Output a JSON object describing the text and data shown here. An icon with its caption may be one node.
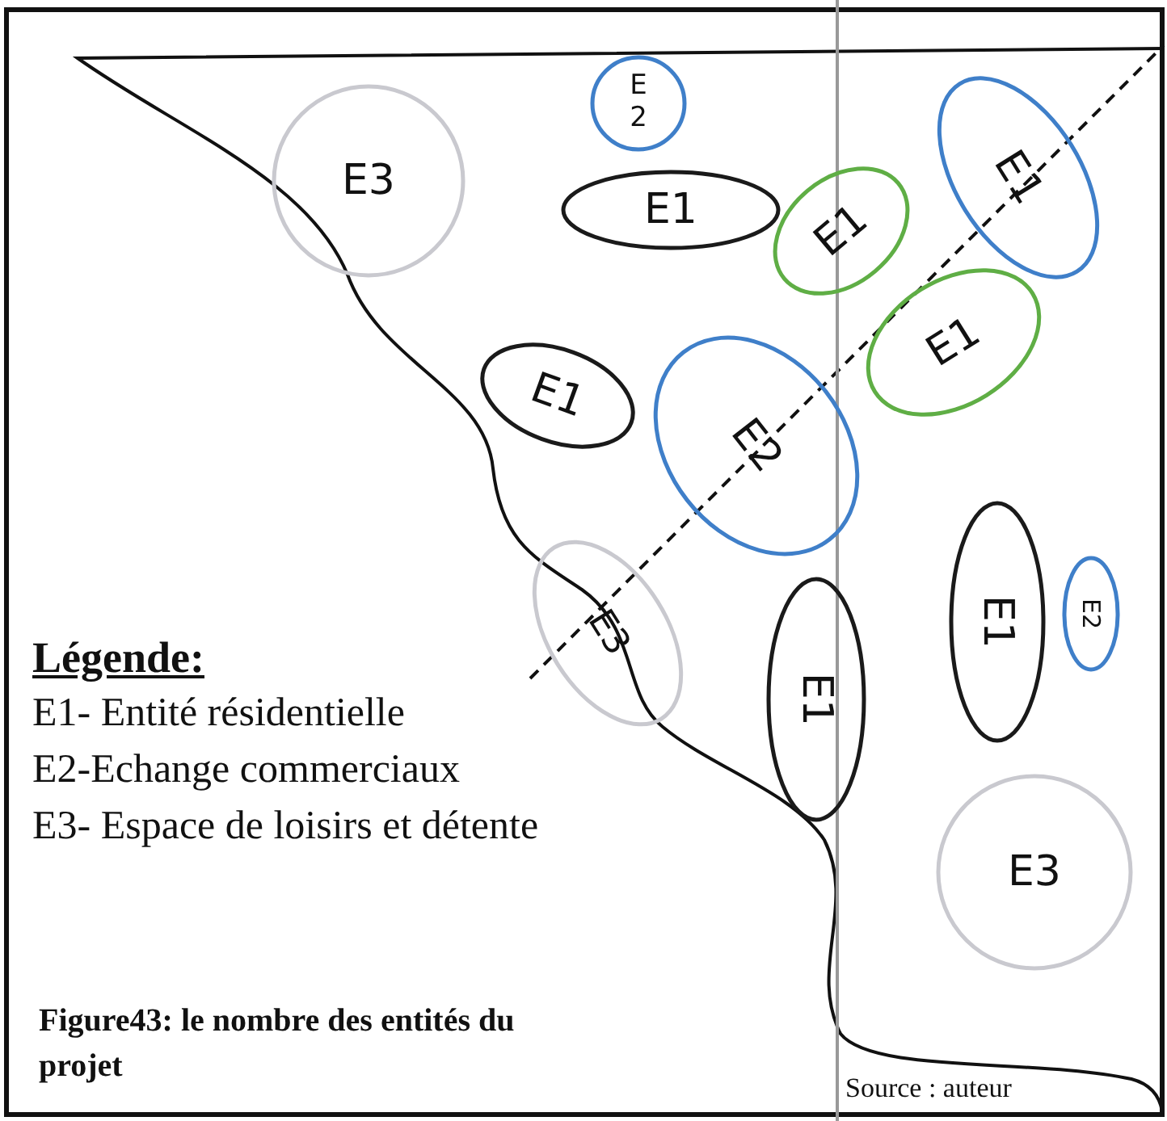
{
  "diagram": {
    "caption": "Figure43: le nombre des entités du projet",
    "nodes": [
      {
        "text": [
          "E3"
        ]
      },
      {
        "text": [
          "E2"
        ]
      },
      {
        "text": [
          "E1"
        ]
      },
      {
        "text": [
          "E1"
        ]
      },
      {
        "text": [
          "E1"
        ]
      },
      {
        "text": [
          "E1"
        ]
      },
      {
        "text": [
          "E2"
        ]
      },
      {
        "text": [
          "E1"
        ]
      },
      {
        "text": [
          "E3"
        ]
      },
      {
        "text": [
          "E1"
        ]
      },
      {
        "text": [
          "E2"
        ]
      },
      {
        "text": [
          "E1"
        ]
      },
      {
        "text": [
          "E3"
        ]
      }
    ],
    "edges": [],
    "labels": [
      "Légende:",
      "E1- Entité résidentielle",
      "E2-Echange commerciaux",
      "E3- Espace de loisirs et détente",
      "Source : auteur"
    ]
  }
}
